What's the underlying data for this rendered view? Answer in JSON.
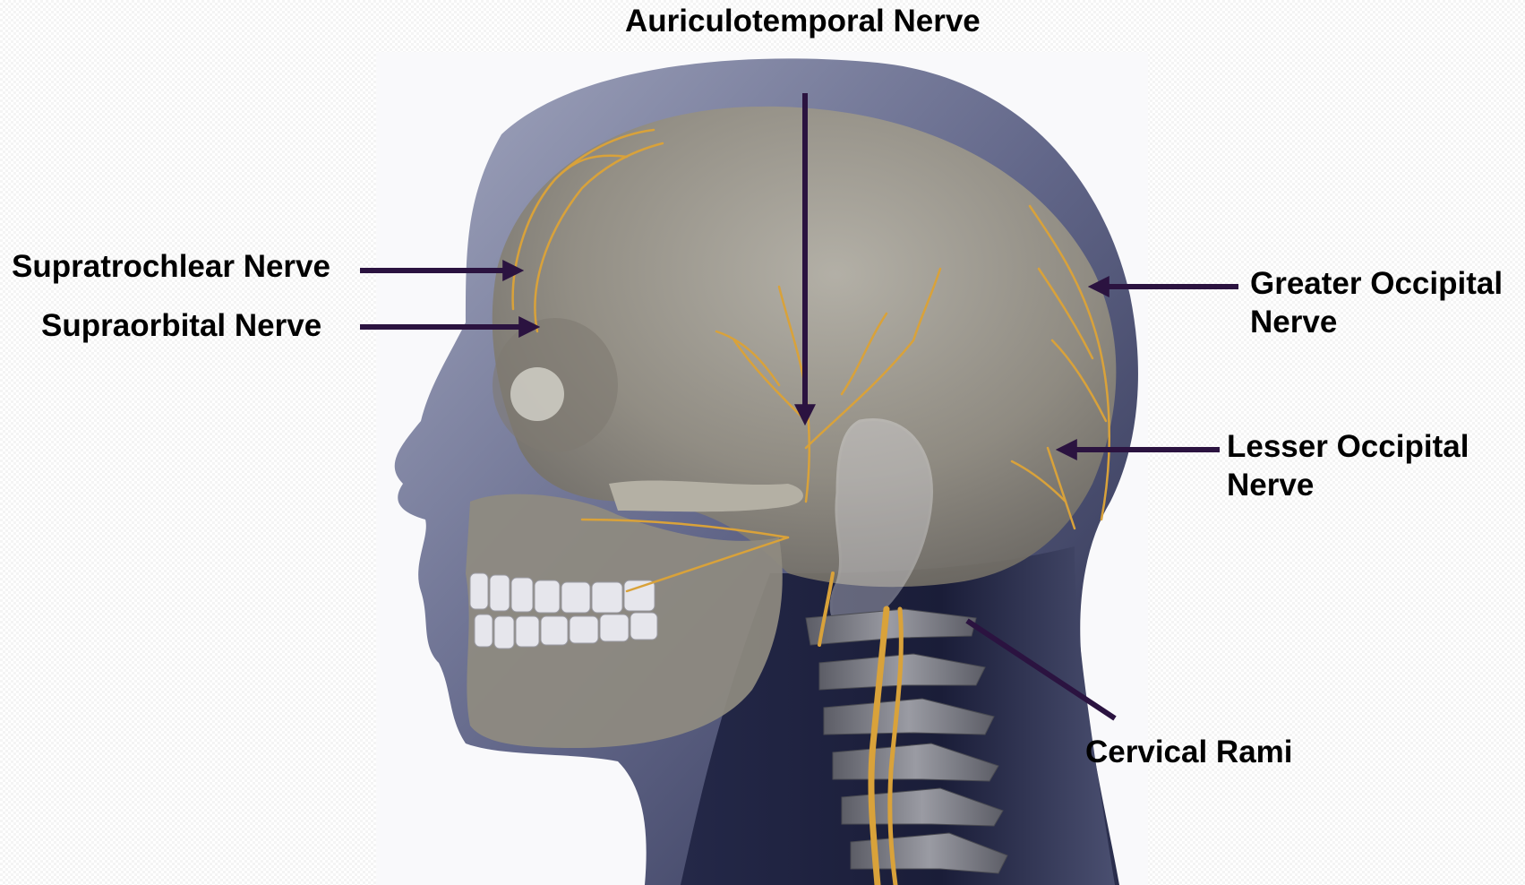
{
  "labels": {
    "auriculotemporal": "Auriculotemporal Nerve",
    "supratrochlear": "Supratrochlear Nerve",
    "supraorbital": "Supraorbital Nerve",
    "greater_occipital": [
      "Greater Occipital",
      "Nerve"
    ],
    "lesser_occipital": [
      "Lesser Occipital",
      "Nerve"
    ],
    "cervical_rami": "Cervical Rami"
  },
  "colors": {
    "arrow": "#2b1340",
    "nerve": "#d9a23a",
    "skull": "#8f8a7e",
    "silhouette": "#141732"
  }
}
